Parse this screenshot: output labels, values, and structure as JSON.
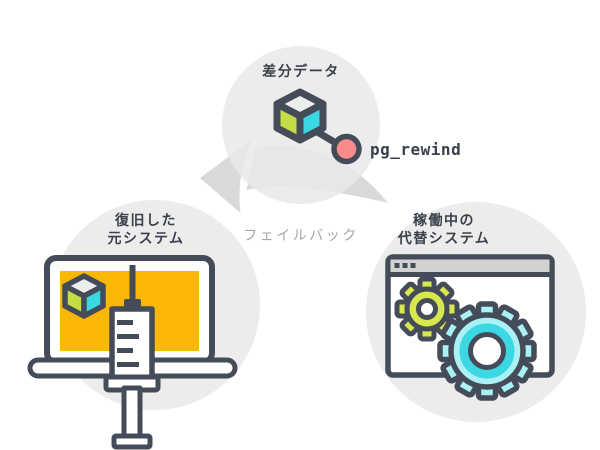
{
  "diagram": {
    "center_label": "フェイルバック",
    "top_node": {
      "title": "差分データ",
      "tool_label": "pg_rewind"
    },
    "left_node": {
      "title_line1": "復旧した",
      "title_line2": "元システム"
    },
    "right_node": {
      "title_line1": "稼働中の",
      "title_line2": "代替システム"
    }
  },
  "icons": {
    "cube": "isometric-cube-data-icon",
    "pg_rewind_node": "connected-circle-node-icon",
    "laptop": "laptop-computer-icon",
    "syringe": "syringe-injection-icon",
    "browser": "browser-window-icon",
    "gears": "gear-cogs-icon",
    "arrow": "curved-swoosh-arrow"
  },
  "colors": {
    "background": "#ffffff",
    "ink": "#454c59",
    "circle_gray": "#e9e9e9",
    "arrow_gray": "#d9d9d9",
    "screen_yellow": "#fbb705",
    "lime_green": "#c6dc44",
    "gear_lime": "#d7e74e",
    "cyan": "#3bd7e5",
    "light_cyan": "#a9f1f4",
    "cube_top_white": "#eceeee",
    "salmon": "#f98b8b",
    "titlebar_gray": "#d2d2d2",
    "label_dark": "#3a414c",
    "label_gray": "#a6a6a6"
  }
}
